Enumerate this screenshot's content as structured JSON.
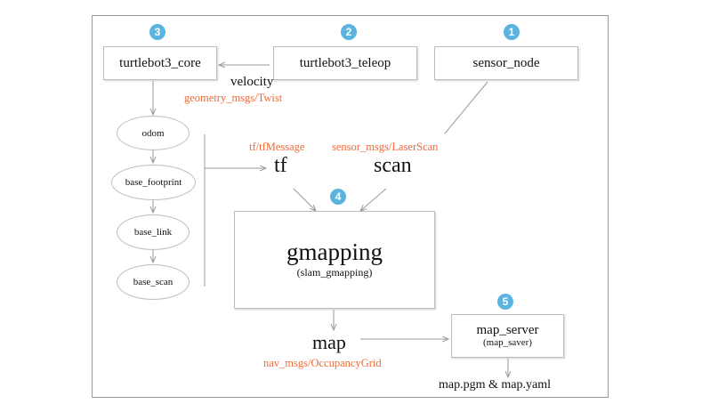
{
  "colors": {
    "accent_orange": "#f26a36",
    "badge_blue": "#5bb4e0",
    "line_gray": "#9a9a9a"
  },
  "badges": [
    "3",
    "2",
    "1",
    "4",
    "5"
  ],
  "nodes": {
    "turtlebot3_core": "turtlebot3_core",
    "turtlebot3_teleop": "turtlebot3_teleop",
    "sensor_node": "sensor_node",
    "gmapping": {
      "label": "gmapping",
      "sub": "(slam_gmapping)"
    },
    "map_server": {
      "label": "map_server",
      "sub": "(map_saver)"
    }
  },
  "tf_frames": [
    "odom",
    "base_footprint",
    "base_link",
    "base_scan"
  ],
  "topics": {
    "velocity": {
      "name": "velocity",
      "msg": "geometry_msgs/Twist"
    },
    "tf": {
      "name": "tf",
      "msg": "tf/tfMessage"
    },
    "scan": {
      "name": "scan",
      "msg": "sensor_msgs/LaserScan"
    },
    "map": {
      "name": "map",
      "msg": "nav_msgs/OccupancyGrid"
    }
  },
  "output_files": "map.pgm & map.yaml"
}
